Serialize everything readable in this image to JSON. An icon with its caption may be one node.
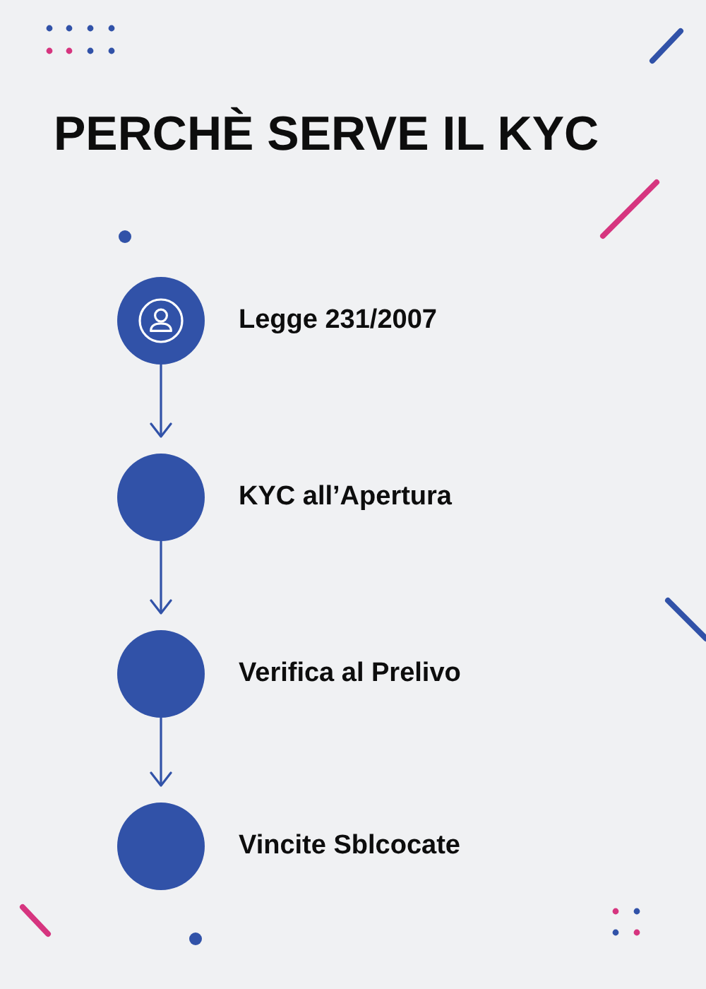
{
  "diagram": {
    "title": "PERCHÈ SERVE IL KYC",
    "nodes": [
      {
        "text": [],
        "shape": "circle",
        "beside": [
          "Legge 231/2007"
        ]
      },
      {
        "text": [],
        "shape": "circle",
        "beside": [
          "KYC all’Apertura"
        ]
      },
      {
        "text": [],
        "shape": "circle",
        "beside": [
          "Verifica al Prelivo"
        ]
      },
      {
        "text": [],
        "shape": "circle",
        "beside": [
          "Vincite Sblcocate"
        ]
      }
    ],
    "edges": [
      {
        "from": 0,
        "to": 1,
        "arrow": "to"
      },
      {
        "from": 1,
        "to": 2,
        "arrow": "to"
      },
      {
        "from": 2,
        "to": 3,
        "arrow": "to"
      }
    ]
  }
}
